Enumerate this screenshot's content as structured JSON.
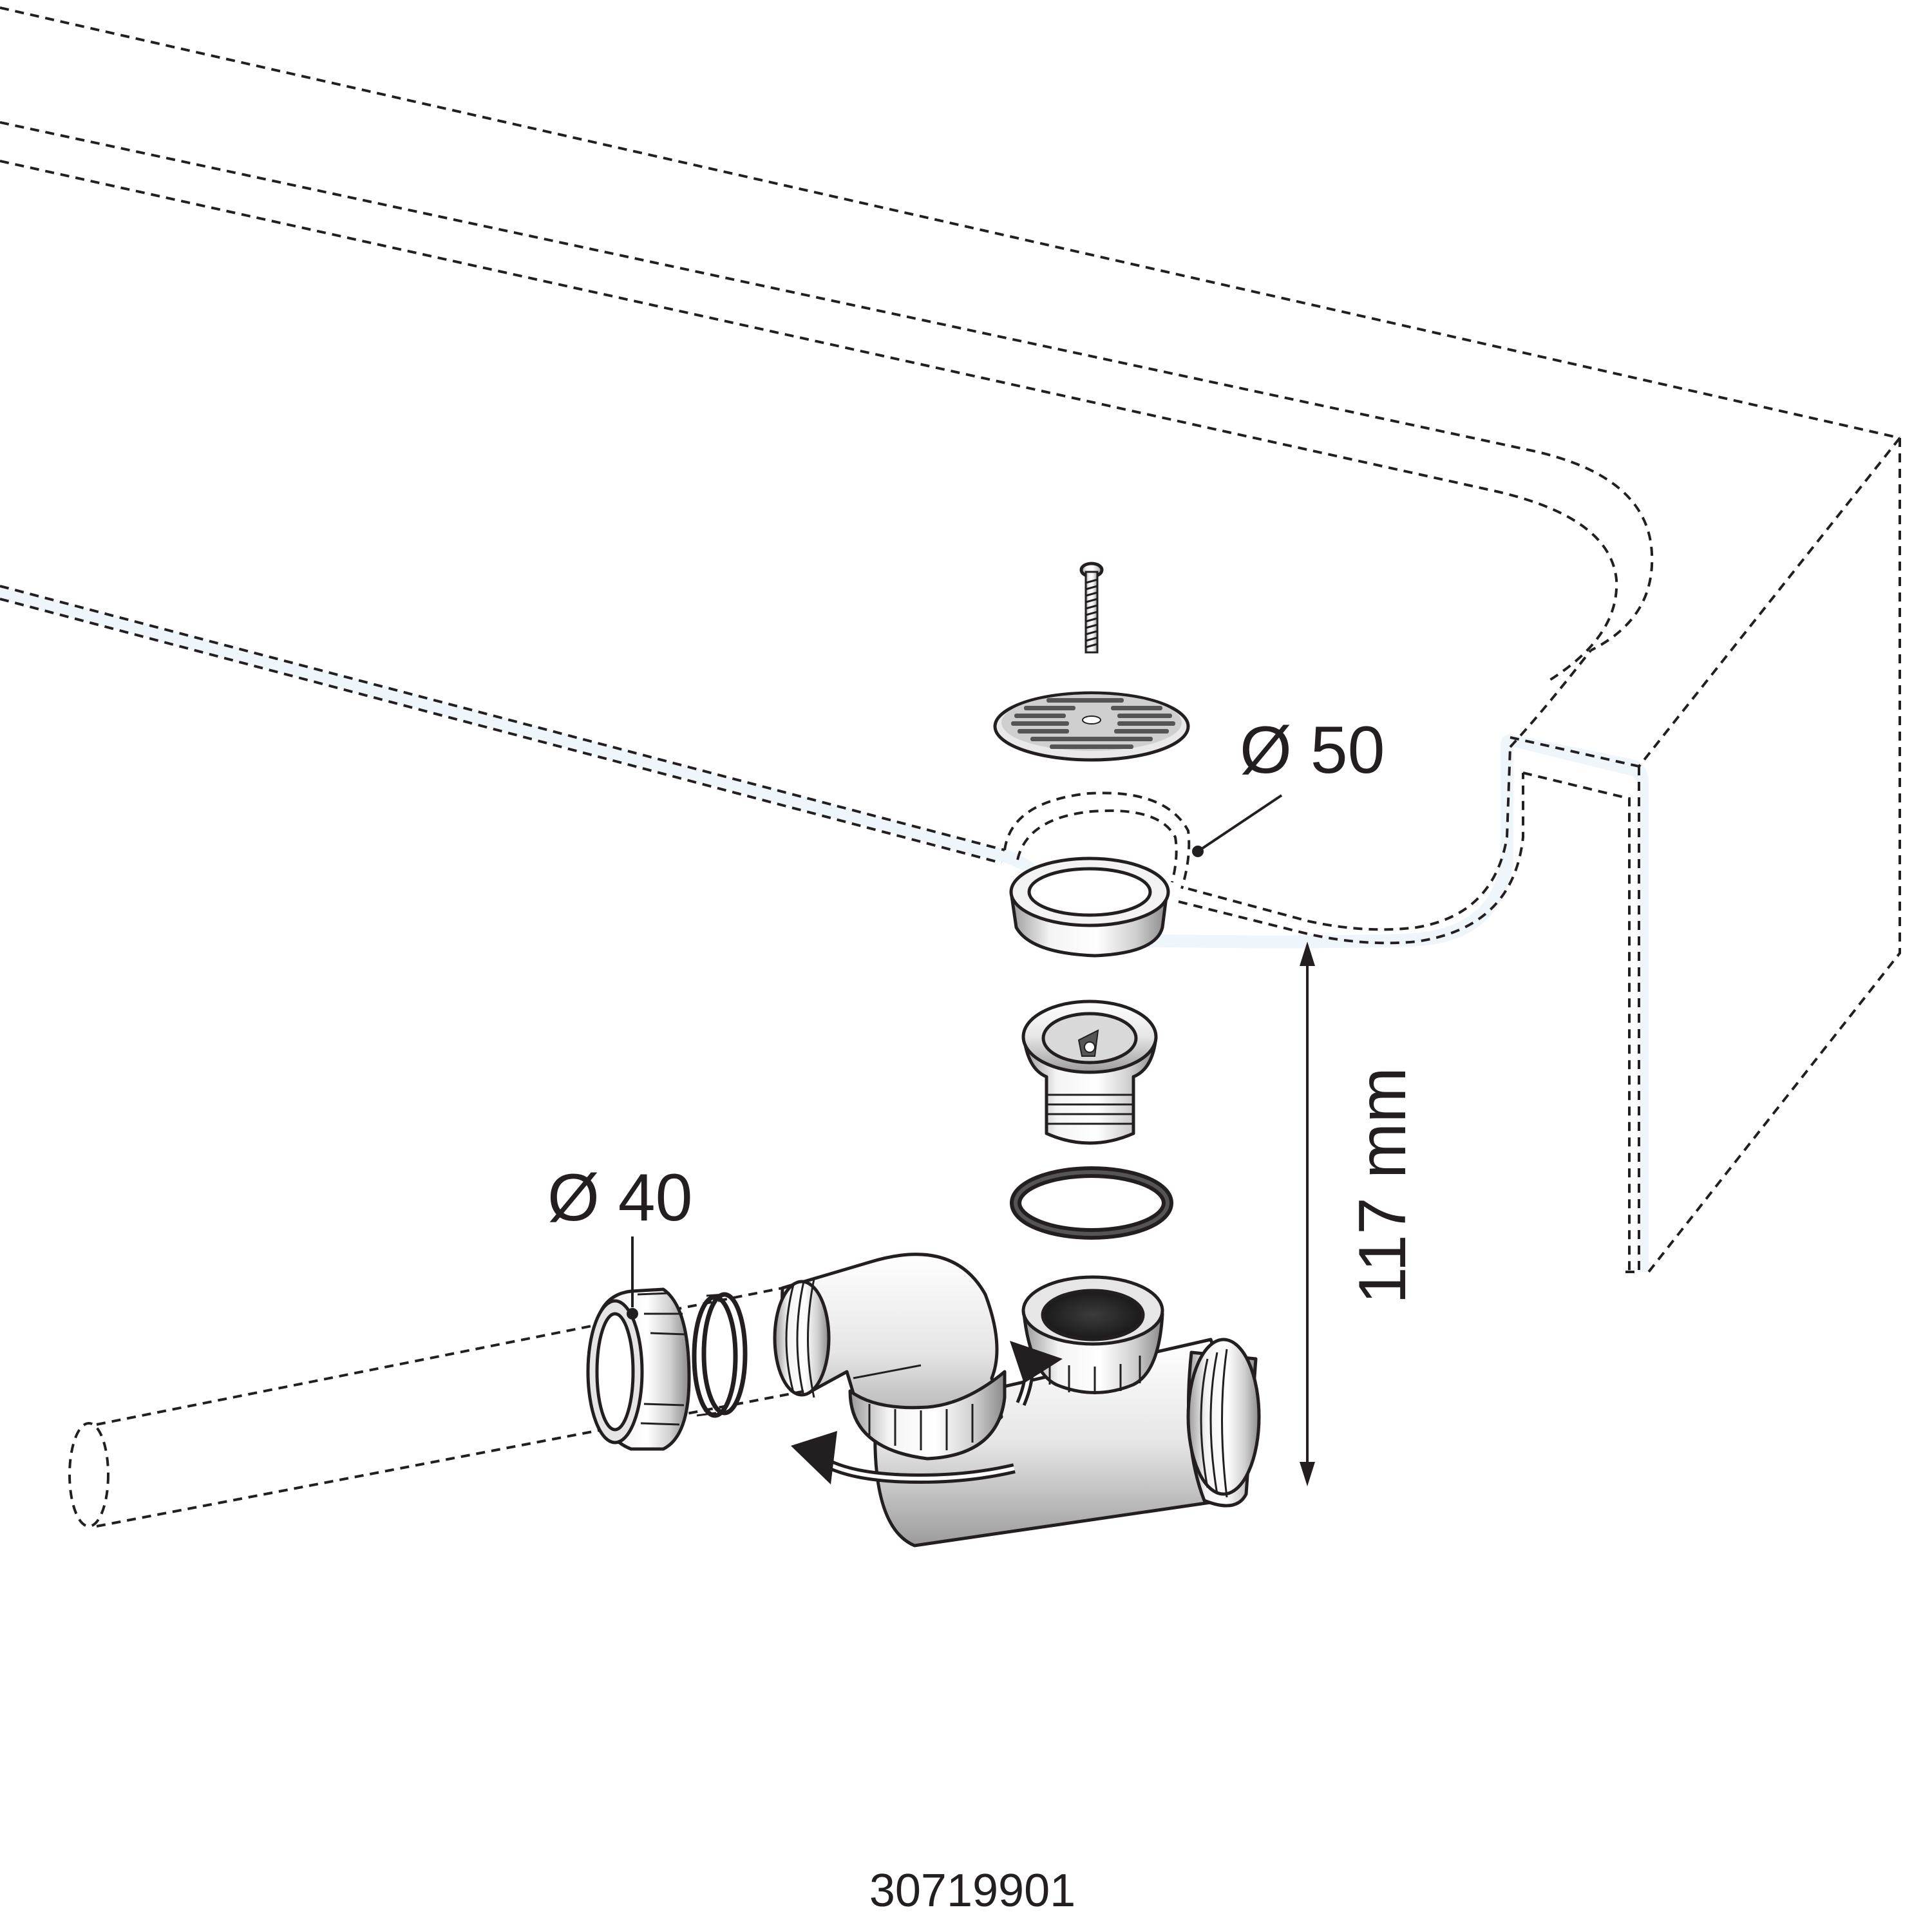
{
  "labels": {
    "diameter_50": "Ø 50",
    "diameter_40": "Ø 40",
    "height": "117 mm",
    "article_number": "30719901"
  },
  "colors": {
    "ink": "#231f20",
    "tray_edge": "#eef6fc",
    "metal_light": "#f2f2f2",
    "metal_mid": "#c8c8c8",
    "metal_dark": "#555555"
  }
}
